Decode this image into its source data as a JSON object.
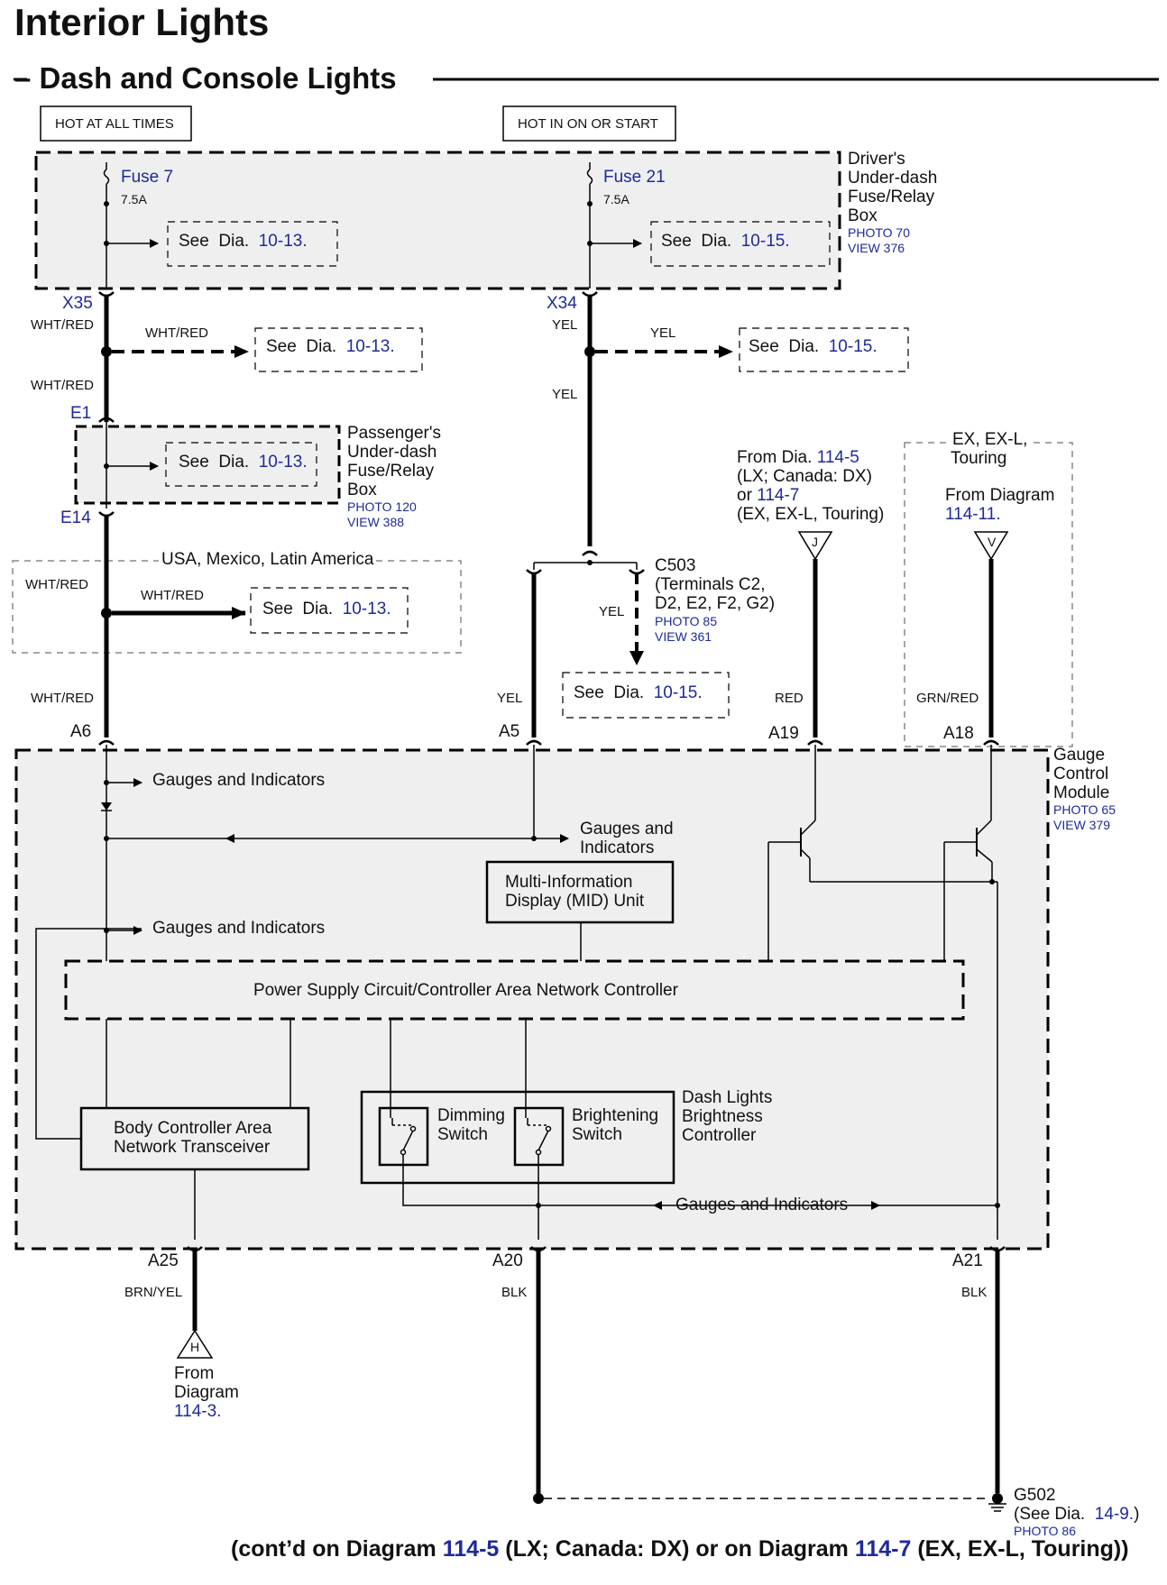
{
  "title": "Interior Lights",
  "subtitle": "Dash and Console Lights",
  "headers": {
    "hot_all_times": "HOT AT ALL TIMES",
    "hot_in_on": "HOT IN ON OR START"
  },
  "fuse_box": {
    "l1": "Driver's",
    "l2": "Under-dash",
    "l3": "Fuse/Relay",
    "l4": "Box",
    "photo": "PHOTO 70",
    "view": "VIEW 376"
  },
  "fuse7": {
    "name": "Fuse 7",
    "rating": "7.5A"
  },
  "fuse21": {
    "name": "Fuse 21",
    "rating": "7.5A"
  },
  "see": "See",
  "dia": "Dia.",
  "ref_1013": "10-13.",
  "ref_1015": "10-15.",
  "conn": {
    "x35": "X35",
    "x34": "X34",
    "e1": "E1",
    "e14": "E14",
    "a6": "A6",
    "a5": "A5",
    "a19": "A19",
    "a18": "A18",
    "a25": "A25",
    "a20": "A20",
    "a21": "A21"
  },
  "wires": {
    "wht_red": "WHT/RED",
    "yel": "YEL",
    "red": "RED",
    "grn_red": "GRN/RED",
    "brn_yel": "BRN/YEL",
    "blk": "BLK"
  },
  "pass_box": {
    "l1": "Passenger's",
    "l2": "Under-dash",
    "l3": "Fuse/Relay",
    "l4": "Box",
    "photo": "PHOTO 120",
    "view": "VIEW 388"
  },
  "usa": "USA, Mexico, Latin America",
  "c503": {
    "l1": "C503",
    "l2": "(Terminals C2,",
    "l3": "D2, E2, F2, G2)",
    "photo": "PHOTO 85",
    "view": "VIEW 361"
  },
  "from_j": {
    "l1": "From Dia.",
    "ref1": "114-5",
    "l2": "(LX; Canada: DX)",
    "l3": "or",
    "ref2": "114-7",
    "l4": "(EX, EX-L, Touring)",
    "letter": "J"
  },
  "ex_box": {
    "l1": "EX, EX-L,",
    "l2": "Touring",
    "l3": "From Diagram",
    "ref": "114-11.",
    "letter": "V"
  },
  "gcm": {
    "l1": "Gauge",
    "l2": "Control",
    "l3": "Module",
    "photo": "PHOTO 65",
    "view": "VIEW 379"
  },
  "gauges": "Gauges and Indicators",
  "gauges_2a": "Gauges and",
  "gauges_2b": "Indicators",
  "mid": {
    "l1": "Multi-Information",
    "l2": "Display (MID) Unit"
  },
  "psc": "Power Supply Circuit/Controller Area Network Controller",
  "body_ctrl": {
    "l1": "Body Controller Area",
    "l2": "Network Transceiver"
  },
  "dim": {
    "l1": "Dimming",
    "l2": "Switch"
  },
  "bri": {
    "l1": "Brightening",
    "l2": "Switch"
  },
  "dash_ctrl": {
    "l1": "Dash Lights",
    "l2": "Brightness",
    "l3": "Controller"
  },
  "from_h": {
    "l1": "From",
    "l2": "Diagram",
    "ref": "114-3.",
    "letter": "H"
  },
  "g502": {
    "l1": "G502",
    "l2": "(See  Dia.",
    "ref": "14-9.",
    "l2b": ")",
    "photo": "PHOTO 86"
  },
  "footer": {
    "p1": "(cont’d on  Diagram",
    "r1": "114-5",
    "p2": "(LX; Canada: DX) or on  Diagram",
    "r2": "114-7",
    "p3": "(EX, EX-L, Touring))"
  }
}
